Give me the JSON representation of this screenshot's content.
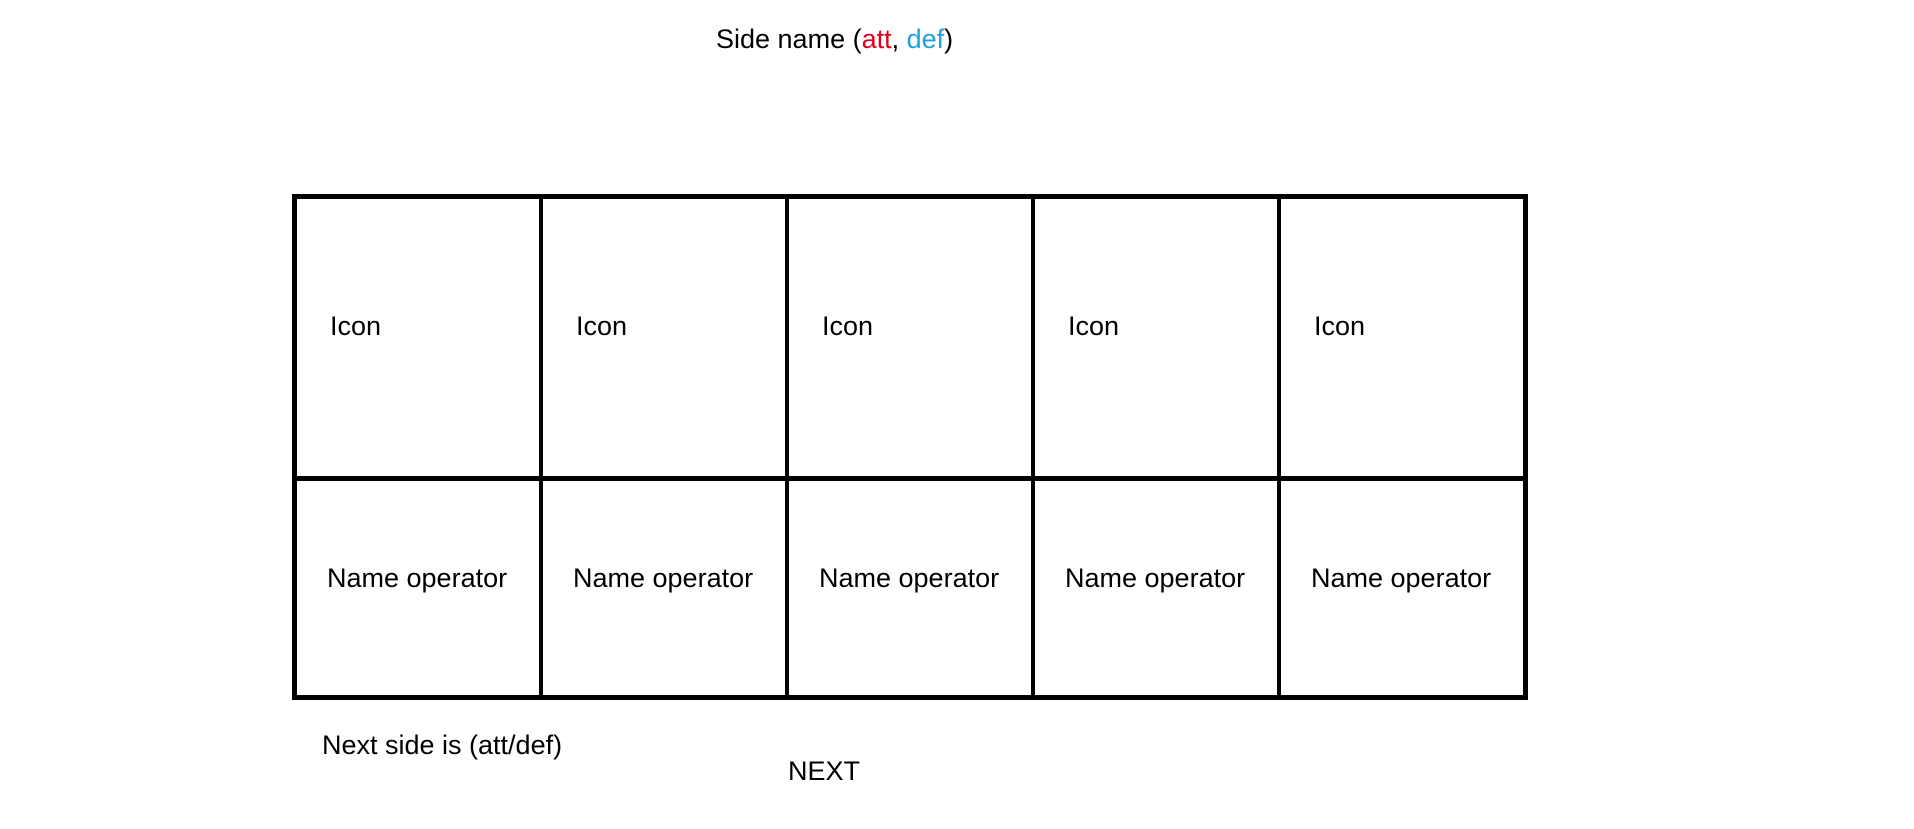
{
  "header": {
    "prefix": "Side name (",
    "att": "att",
    "separator": ", ",
    "def": "def",
    "suffix": ")"
  },
  "colors": {
    "att": "#e3001b",
    "def": "#1fa2dd"
  },
  "operators": [
    {
      "icon_label": "Icon",
      "name_label": "Name operator"
    },
    {
      "icon_label": "Icon",
      "name_label": "Name operator"
    },
    {
      "icon_label": "Icon",
      "name_label": "Name operator"
    },
    {
      "icon_label": "Icon",
      "name_label": "Name operator"
    },
    {
      "icon_label": "Icon",
      "name_label": "Name operator"
    }
  ],
  "footer": {
    "next_side_text": "Next side is (att/def)",
    "next_button_label": "NEXT"
  }
}
